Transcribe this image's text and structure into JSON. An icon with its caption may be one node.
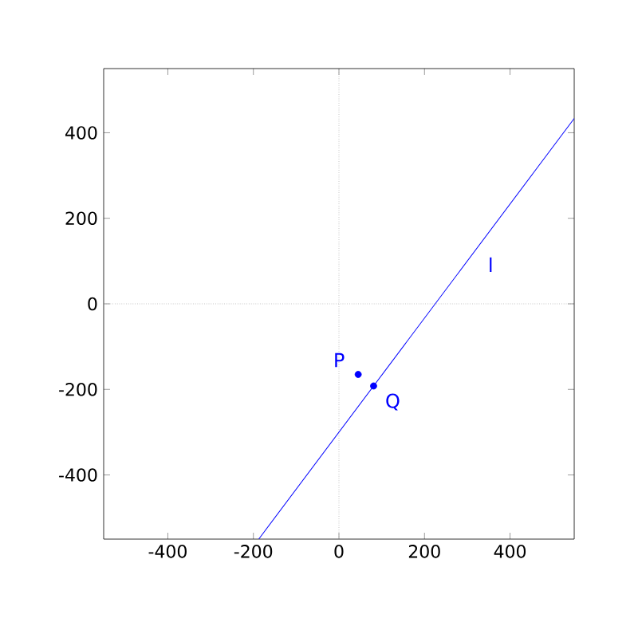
{
  "diagram": {
    "chart_data": {
      "type": "line",
      "xlim": [
        -550,
        550
      ],
      "ylim": [
        -550,
        550
      ],
      "xticks": [
        {
          "value": -400,
          "label": "-400"
        },
        {
          "value": -200,
          "label": "-200"
        },
        {
          "value": 0,
          "label": "0"
        },
        {
          "value": 200,
          "label": "200"
        },
        {
          "value": 400,
          "label": "400"
        }
      ],
      "yticks": [
        {
          "value": -400,
          "label": "-400"
        },
        {
          "value": -200,
          "label": "-200"
        },
        {
          "value": 0,
          "label": "0"
        },
        {
          "value": 200,
          "label": "200"
        },
        {
          "value": 400,
          "label": "400"
        }
      ],
      "series": [
        {
          "name": "l",
          "color": "#0000ff",
          "x": [
            -187.5,
            550
          ],
          "values": [
            -550,
            433.33
          ]
        }
      ],
      "annotations": [
        {
          "text": "P",
          "x": 45,
          "y": -165
        },
        {
          "text": "Q",
          "x": 81,
          "y": -192
        }
      ]
    }
  }
}
